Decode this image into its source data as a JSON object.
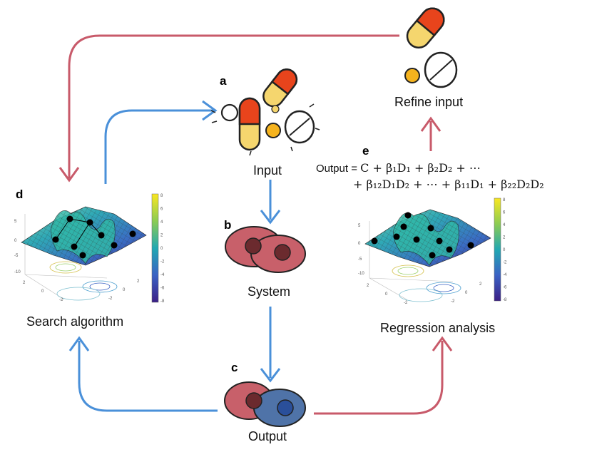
{
  "panels": {
    "a": "a",
    "b": "b",
    "c": "c",
    "d": "d",
    "e": "e"
  },
  "labels": {
    "input": "Input",
    "system": "System",
    "output": "Output",
    "search": "Search algorithm",
    "regression": "Regression analysis",
    "refine": "Refine input"
  },
  "equation": {
    "prefix": "Output = ",
    "line1": "C  +  β₁D₁ + β₂D₂ +  ⋯",
    "line2": "+ β₁₂D₁D₂  +   ⋯ + β₁₁D₁ + β₂₂D₂D₂"
  },
  "colorbar_ticks": [
    "8",
    "6",
    "4",
    "2",
    "0",
    "-2",
    "-4",
    "-6",
    "-8"
  ],
  "surface_z_ticks": [
    "5",
    "0",
    "-5",
    "-10"
  ],
  "surface_x_ticks": [
    "2",
    "0",
    "-2"
  ],
  "surface_y_ticks": [
    "-2",
    "0",
    "2"
  ],
  "colors": {
    "blue_arrow": "#4a90d9",
    "red_arrow": "#c85a6a",
    "cell_red": "#c8606a",
    "cell_blue": "#4f73a8",
    "pill_red": "#e8441c",
    "pill_yellow": "#f5d66e",
    "pill_orange": "#f5b31e"
  }
}
